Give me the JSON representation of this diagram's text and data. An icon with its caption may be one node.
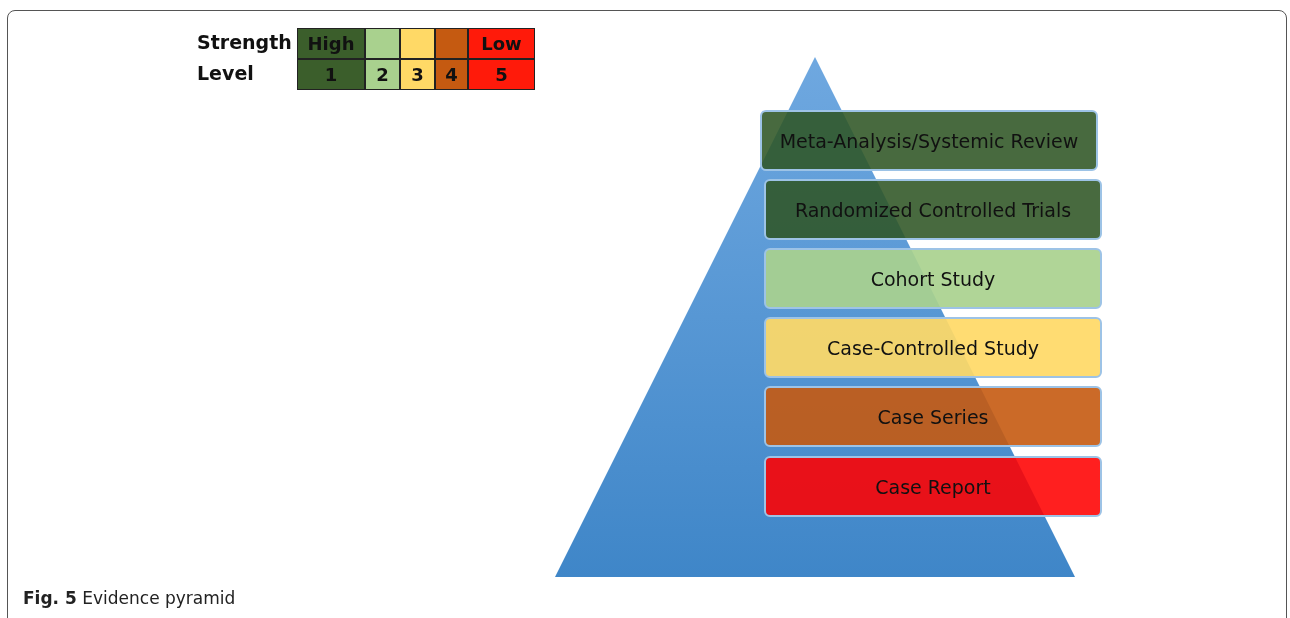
{
  "diagram": {
    "caption": "**Fig. 5** Evidence pyramid",
    "nodes": [
      {
        "text": [
          "Meta-Analysis/Systemic Review"
        ]
      },
      {
        "text": [
          "Randomized Controlled Trials"
        ]
      },
      {
        "text": [
          "Cohort Study"
        ]
      },
      {
        "text": [
          "Case-Controlled Study"
        ]
      },
      {
        "text": [
          "Case Series"
        ]
      },
      {
        "text": [
          "Case Report"
        ]
      }
    ],
    "labels": [
      "Strength",
      "High",
      "Low",
      "Level",
      "1",
      "2",
      "3",
      "4",
      "5"
    ]
  }
}
